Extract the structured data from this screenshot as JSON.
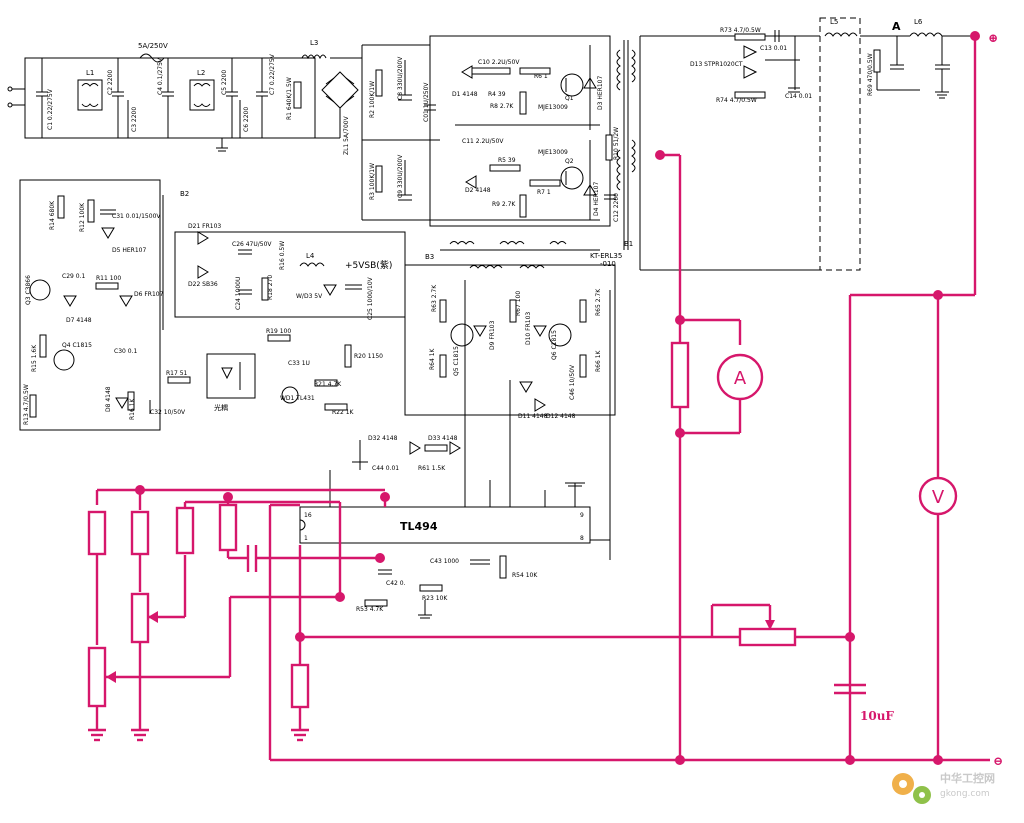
{
  "diagram": {
    "title_ic": "TL494",
    "fuse_label": "5A/250V",
    "standby_label": "+5VSB(紫)",
    "optocoupler_label": "光耦",
    "output_cap_label": "10uF",
    "terminal_plus": "⊕",
    "terminal_minus": "⊖",
    "ammeter": "A",
    "voltmeter": "V",
    "current_marker": "A",
    "ic_pins": {
      "p16": "16",
      "p1": "1",
      "p9": "9",
      "p8": "8"
    },
    "transformers": {
      "b1": "B1",
      "b2": "B2",
      "b3": "B3",
      "b1_part": "KT-ERL35",
      "b1_part2": "-010"
    },
    "inductors": {
      "l1": "L1",
      "l2": "L2",
      "l3": "L3",
      "l4": "L4",
      "l5": "L5",
      "l6": "L6"
    },
    "components": [
      "C1 0.22/275V",
      "C2 2200",
      "C3 2200",
      "C4 0.1/275V",
      "C5 2200",
      "C6 2200",
      "C7 0.22/275V",
      "R1 640K/1.5W",
      "ZL1 5A/700V",
      "R2 100K/1W",
      "R3 100K/1W",
      "C8 330U/200V",
      "C9 330U/200V",
      "C01 1U/250V",
      "C10 2.2U/50V",
      "D1 4148",
      "R4 39",
      "R6 1",
      "R8 2.7K",
      "MJE13009",
      "Q1",
      "D3 HER107",
      "C11 2.2U/50V",
      "R5 39",
      "D2 4148",
      "R7 1",
      "R9 2.7K",
      "MJE13009",
      "Q2",
      "D4 HER107",
      "R10 51/2W",
      "C12 2200",
      "R73 4.7/0.5W",
      "C13 0.01",
      "D13 STPR1020CT",
      "R74 4.7/0.5W",
      "C14 0.01",
      "R69 470/0.5W",
      "R14 680K",
      "R12 100K",
      "C31 0.01/1500V",
      "D5 HER107",
      "D21 FR103",
      "C26 47U/50V",
      "D22 SB36",
      "C24 1000U",
      "R18 270",
      "R16 0.5W",
      "W/D3 5V",
      "C25 1000/10V",
      "Q3 C3866",
      "C29 0.1",
      "R11 100",
      "D7 4148",
      "D6 FR107",
      "Q4 C1815",
      "C30 0.1",
      "R15 1.6K",
      "R19 100",
      "R20 1150",
      "C33 1U",
      "R21 4.7K",
      "WD1 TL431",
      "R22 1K",
      "R17 51",
      "D8 4148",
      "R16 1K",
      "C32 10/50V",
      "R13 4.7/0.5W",
      "R63 2.7K",
      "R67 100",
      "R65 2.7K",
      "D9 FR103",
      "D10 FR103",
      "R64 1K",
      "Q5 C1815",
      "Q6 C1815",
      "C46 10/50V",
      "R66 1K",
      "D11 4148",
      "D12 4148",
      "D32 4148",
      "D33 4148",
      "R61 1.5K",
      "C44 0.01",
      "C43 1000",
      "R54 10K",
      "R23 10K",
      "C42 0.",
      "R53 4.7K"
    ]
  },
  "watermark": {
    "name": "中华工控网",
    "domain": "gkong.com"
  },
  "colors": {
    "modification": "#d6176b",
    "schematic": "#000000"
  }
}
